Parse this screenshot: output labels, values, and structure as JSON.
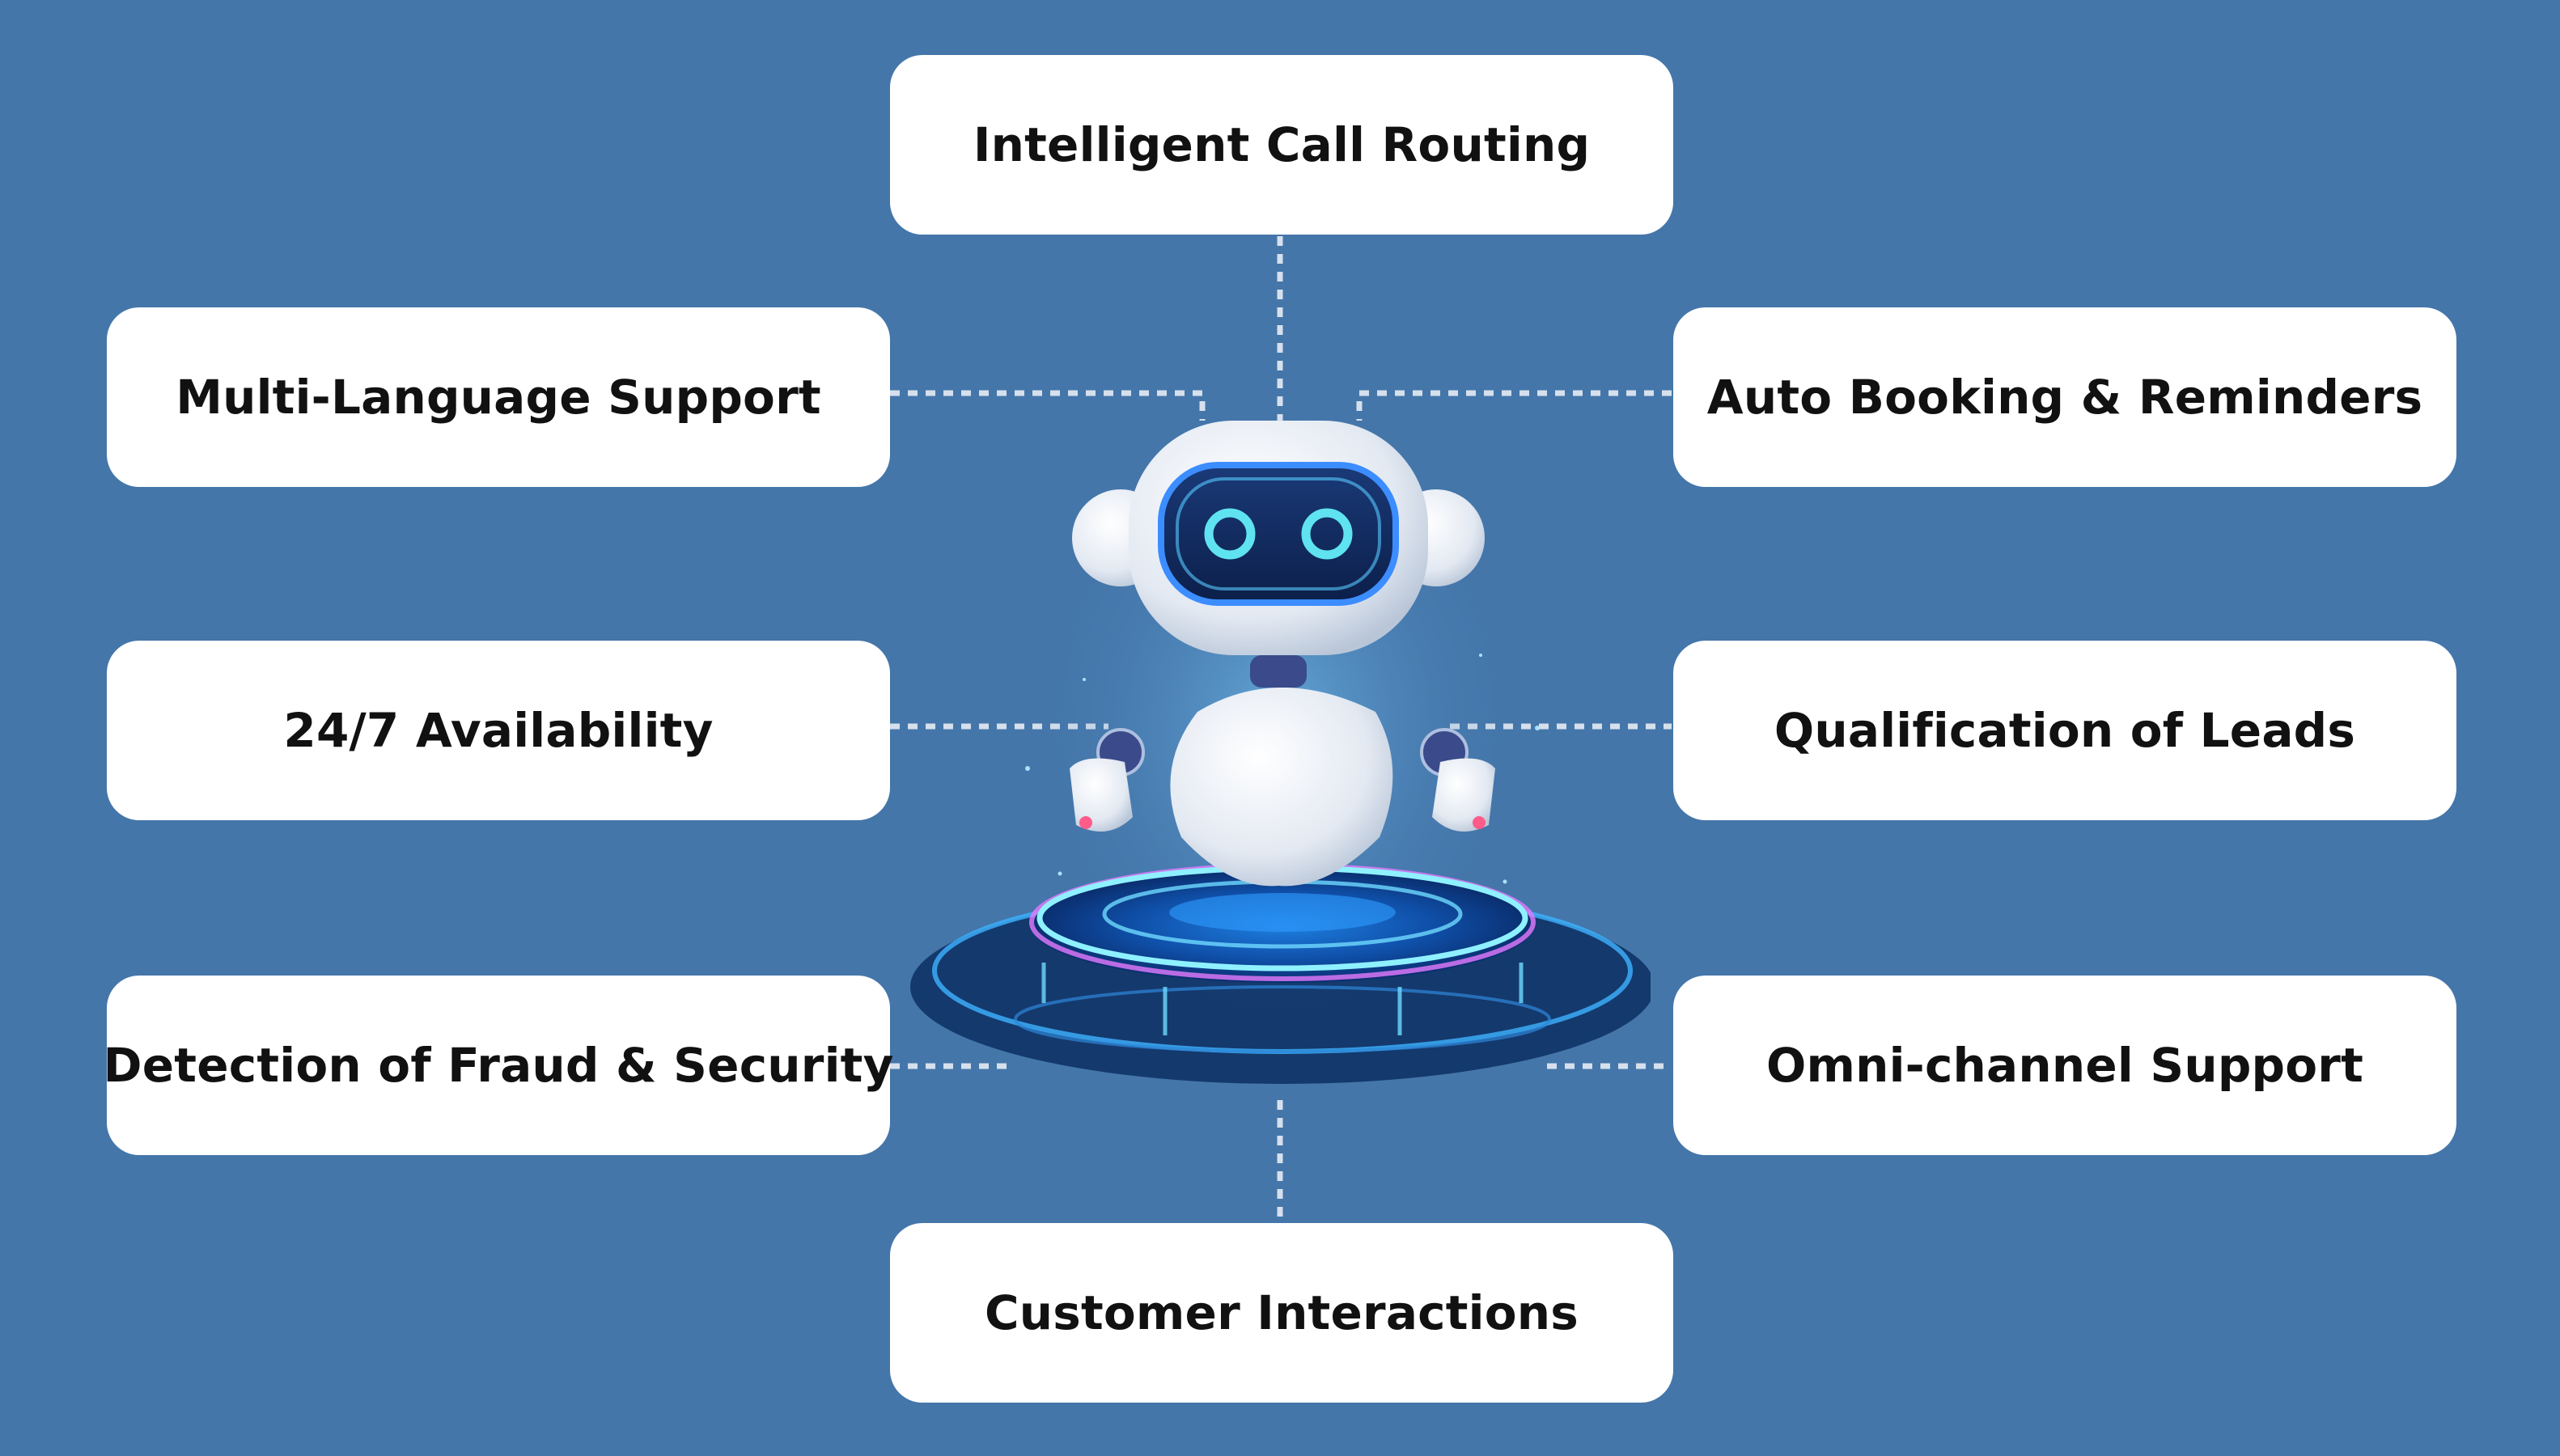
{
  "features": {
    "top": "Intelligent Call Routing",
    "left_1": "Multi-Language Support",
    "left_2": "24/7 Availability",
    "left_3": "Detection of Fraud & Security",
    "right_1": "Auto Booking & Reminders",
    "right_2": "Qualification of Leads",
    "right_3": "Omni-channel Support",
    "bottom": "Customer Interactions"
  },
  "colors": {
    "background": "#4476aa",
    "box": "#ffffff",
    "text": "#111111",
    "connector": "#d6e0ec",
    "robot_eye_glow": "#5fe3f0",
    "platform_glow": "#39a8ff"
  },
  "icons": {
    "center": "robot-icon",
    "base": "hologram-platform-icon"
  }
}
